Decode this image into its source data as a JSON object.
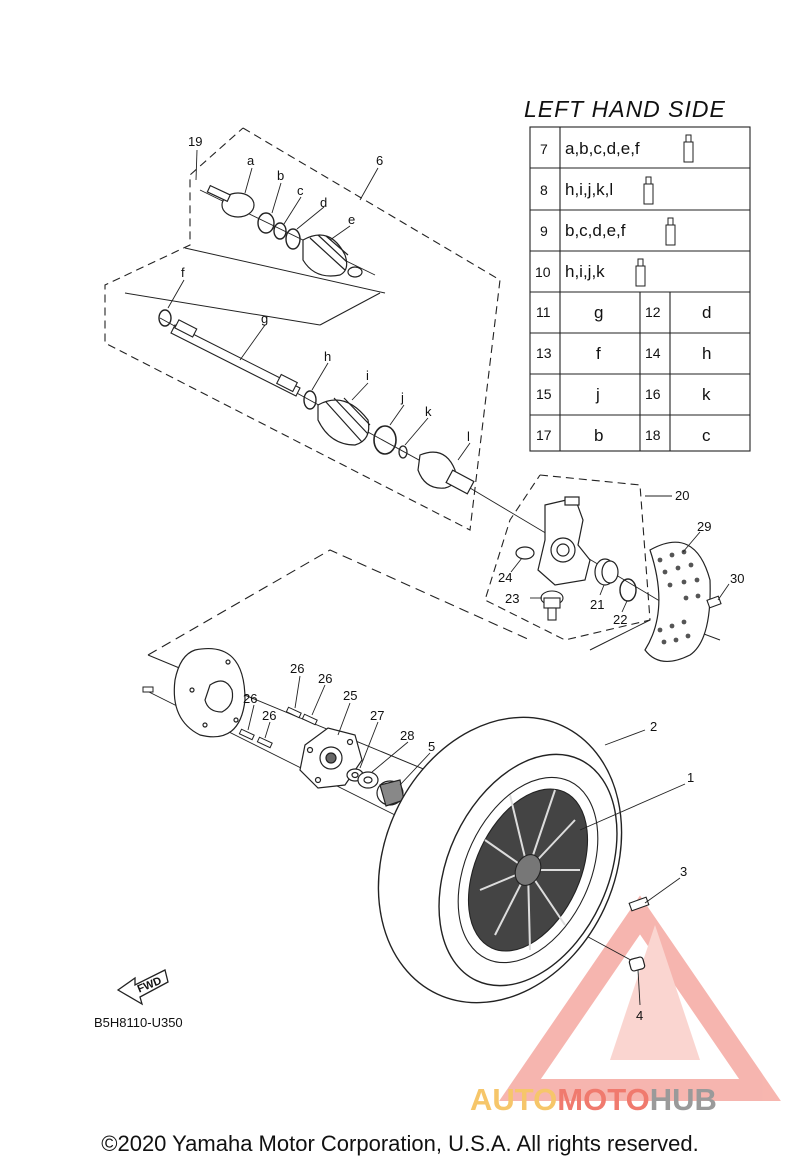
{
  "table": {
    "title": "LEFT HAND SIDE",
    "kit_rows": [
      {
        "num": "7",
        "parts": "a,b,c,d,e,f"
      },
      {
        "num": "8",
        "parts": "h,i,j,k,l"
      },
      {
        "num": "9",
        "parts": "b,c,d,e,f"
      },
      {
        "num": "10",
        "parts": "h,i,j,k"
      }
    ],
    "pair_rows": [
      [
        {
          "num": "11",
          "letter": "g"
        },
        {
          "num": "12",
          "letter": "d"
        }
      ],
      [
        {
          "num": "13",
          "letter": "f"
        },
        {
          "num": "14",
          "letter": "h"
        }
      ],
      [
        {
          "num": "15",
          "letter": "j"
        },
        {
          "num": "16",
          "letter": "k"
        }
      ],
      [
        {
          "num": "17",
          "letter": "b"
        },
        {
          "num": "18",
          "letter": "c"
        }
      ]
    ]
  },
  "callouts": {
    "c19": "19",
    "ca": "a",
    "cb": "b",
    "cc": "c",
    "cd": "d",
    "ce": "e",
    "c6": "6",
    "cf": "f",
    "cg": "g",
    "ch": "h",
    "ci": "i",
    "cj": "j",
    "ck": "k",
    "cl": "l",
    "c20": "20",
    "c29": "29",
    "c30": "30",
    "c24": "24",
    "c23": "23",
    "c21": "21",
    "c22": "22",
    "c2": "2",
    "c1": "1",
    "c3": "3",
    "c4": "4",
    "c5": "5",
    "c26a": "26",
    "c26b": "26",
    "c26c": "26",
    "c26d": "26",
    "c25": "25",
    "c27": "27",
    "c28": "28"
  },
  "fwd_label": "FWD",
  "diagram_code": "B5H8110-U350",
  "copyright": "©2020 Yamaha Motor Corporation, U.S.A. All rights reserved.",
  "watermark": {
    "part1": "AUTO",
    "part2": "MOTO",
    "part3": "HUB"
  },
  "colors": {
    "watermark_red": "#f07a6e",
    "watermark_yellow": "#f6c66a",
    "watermark_gray": "#9a9a9a"
  }
}
